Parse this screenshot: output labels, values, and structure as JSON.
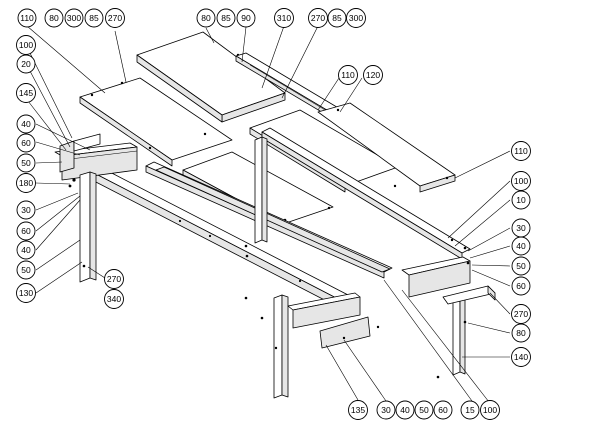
{
  "bubbles": {
    "b1": "110",
    "b2": "80",
    "b3": "300",
    "b4": "85",
    "b5": "270",
    "b6": "80",
    "b7": "85",
    "b8": "90",
    "b9": "310",
    "b10": "270",
    "b11": "85",
    "b12": "300",
    "b13": "100",
    "b14": "20",
    "b15": "145",
    "b16": "40",
    "b17": "60",
    "b18": "50",
    "b19": "180",
    "b20": "30",
    "b21": "60",
    "b22": "40",
    "b23": "50",
    "b24": "130",
    "b25": "110",
    "b26": "120",
    "b27": "110",
    "b28": "100",
    "b29": "10",
    "b30": "30",
    "b31": "40",
    "b32": "50",
    "b33": "60",
    "b34": "270",
    "b35": "80",
    "b36": "140",
    "b37": "270",
    "b38": "340",
    "b39": "135",
    "b40": "30",
    "b41": "40",
    "b42": "50",
    "b43": "60",
    "b44": "15",
    "b45": "100"
  }
}
